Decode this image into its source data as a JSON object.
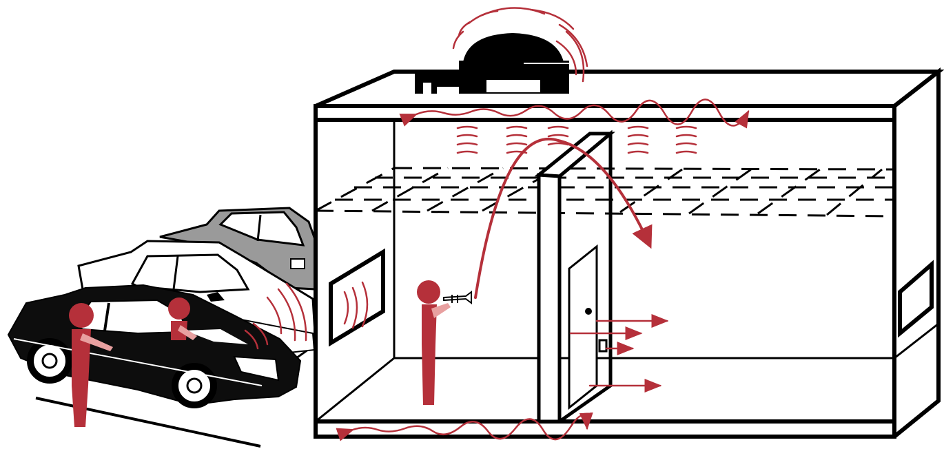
{
  "colors": {
    "accent": "#b5303a",
    "accent_light": "#e8a0a0",
    "ink": "#000000",
    "car_black": "#0d0d0d",
    "car_grey": "#9a9a9a",
    "car_white": "#ffffff",
    "background": "#ffffff"
  },
  "elements": [
    "rooftop-hvac-unit",
    "building-room-cross-section",
    "suspended-ceiling",
    "partition-wall-with-door",
    "window-left",
    "window-right",
    "person-with-trumpet",
    "parked-cars",
    "people-in-parking-lot"
  ],
  "icons": {
    "hvac": "rooftop-hvac-unit-icon",
    "trumpet": "trumpet-icon",
    "car": "car-icon",
    "person": "person-icon"
  }
}
